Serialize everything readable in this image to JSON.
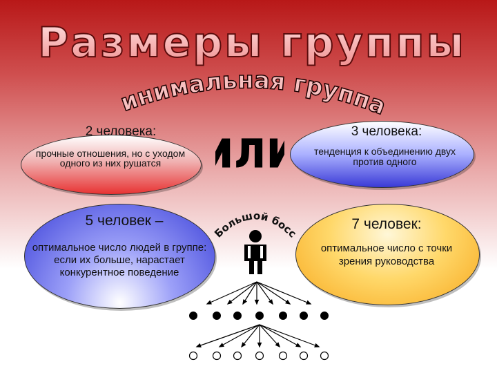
{
  "title": "Размеры группы",
  "subtitle": "минимальная группа:",
  "or_word": "или",
  "boss_label": "Большой босс",
  "cards": {
    "two": {
      "heading": "2 человека:",
      "text": "прочные отношения, но с уходом одного из них рушатся"
    },
    "three": {
      "heading": "3 человека:",
      "text": "тенденция к объединению двух против одного"
    },
    "five": {
      "heading": "5 человек –",
      "text": "оптимальное число людей в группе: если их больше, нарастает конкурентное поведение"
    },
    "seven": {
      "heading": "7 человек:",
      "text": "оптимальное число с точки зрения руководства"
    }
  },
  "colors": {
    "title_fill": "#f6b7b7",
    "title_stroke": "#5a0c0c",
    "red_card": "#e83232",
    "blue_card": "#3b40d8",
    "orange_card": "#f7a81e"
  }
}
